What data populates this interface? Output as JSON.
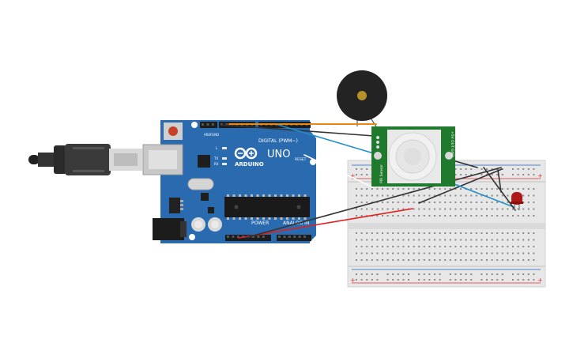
{
  "arduino": {
    "logo_text": "ARDUINO",
    "model": "UNO",
    "digital_header": "DIGITAL (PWM~)",
    "power_header": "POWER",
    "analog_header": "ANALOG IN",
    "reset_label": "RESET",
    "aref": "AREF",
    "gnd": "GND",
    "led_l": "L",
    "led_tx": "TX",
    "led_rx": "RX"
  },
  "pir_sensor": {
    "left_label": "PIR Sensor",
    "right_label": "+5V OUT GND"
  },
  "colors": {
    "board": "#2a6bb0",
    "wire_black": "#333333",
    "wire_red": "#e02020",
    "wire_blue": "#1e8fc8",
    "wire_orange": "#e58a16",
    "wire_white": "#ffffff",
    "pir_pcb": "#1f7a2d",
    "led": "#b01818"
  },
  "icons": [
    "usb-cable-icon",
    "piezo-buzzer-icon",
    "pir-sensor-icon",
    "led-icon",
    "breadboard-icon"
  ]
}
